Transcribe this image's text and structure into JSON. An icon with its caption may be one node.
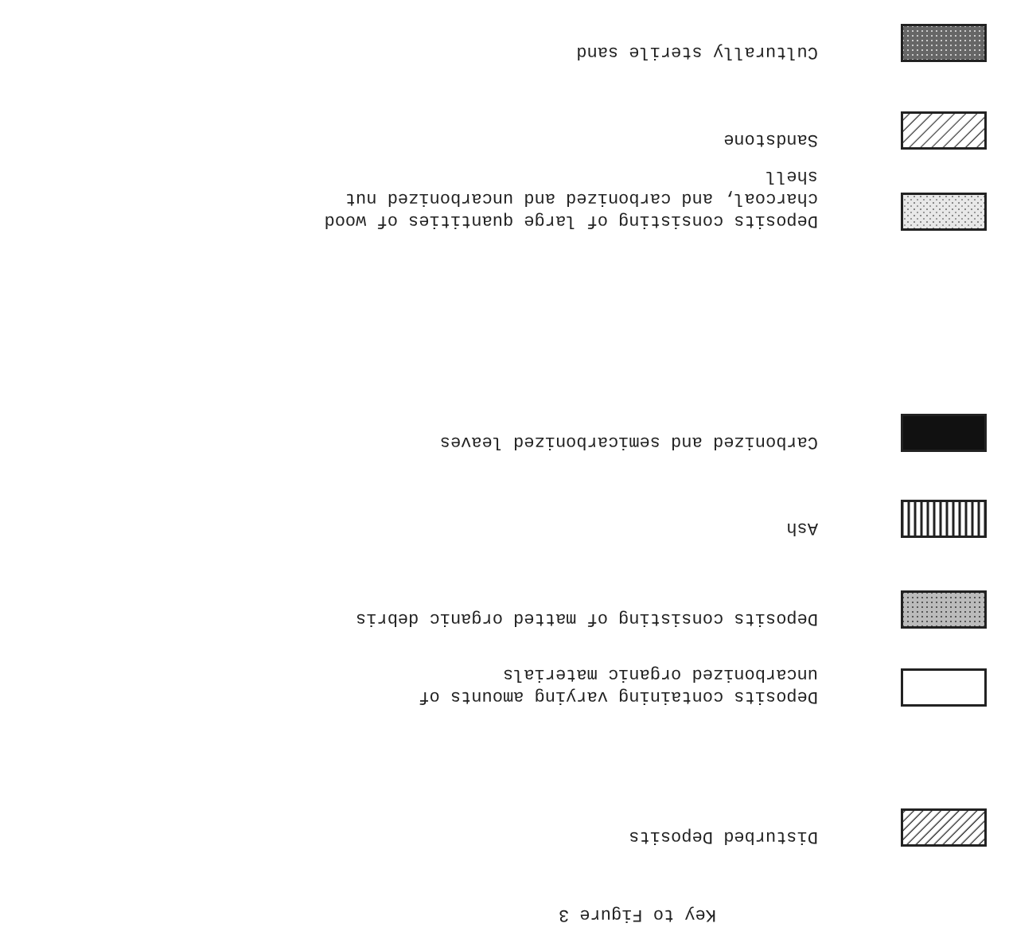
{
  "diagram": {
    "title": "Key to Figure 3",
    "legend": [
      {
        "text": "Disturbed Deposits"
      },
      {
        "text": "Deposits containing varying amounts of uncarbonized organic materials"
      },
      {
        "text": "Deposits consisting of matted organic debris"
      },
      {
        "text": "Ash"
      },
      {
        "text": "Carbonized and semicarbonized leaves",
        "color": "#111111"
      },
      {
        "text": "Deposits consisting of large quantities of wood charcoal, and carbonized and uncarbonized nut shell"
      },
      {
        "text": "Sandstone"
      },
      {
        "text": "Culturally sterile sand"
      }
    ]
  }
}
